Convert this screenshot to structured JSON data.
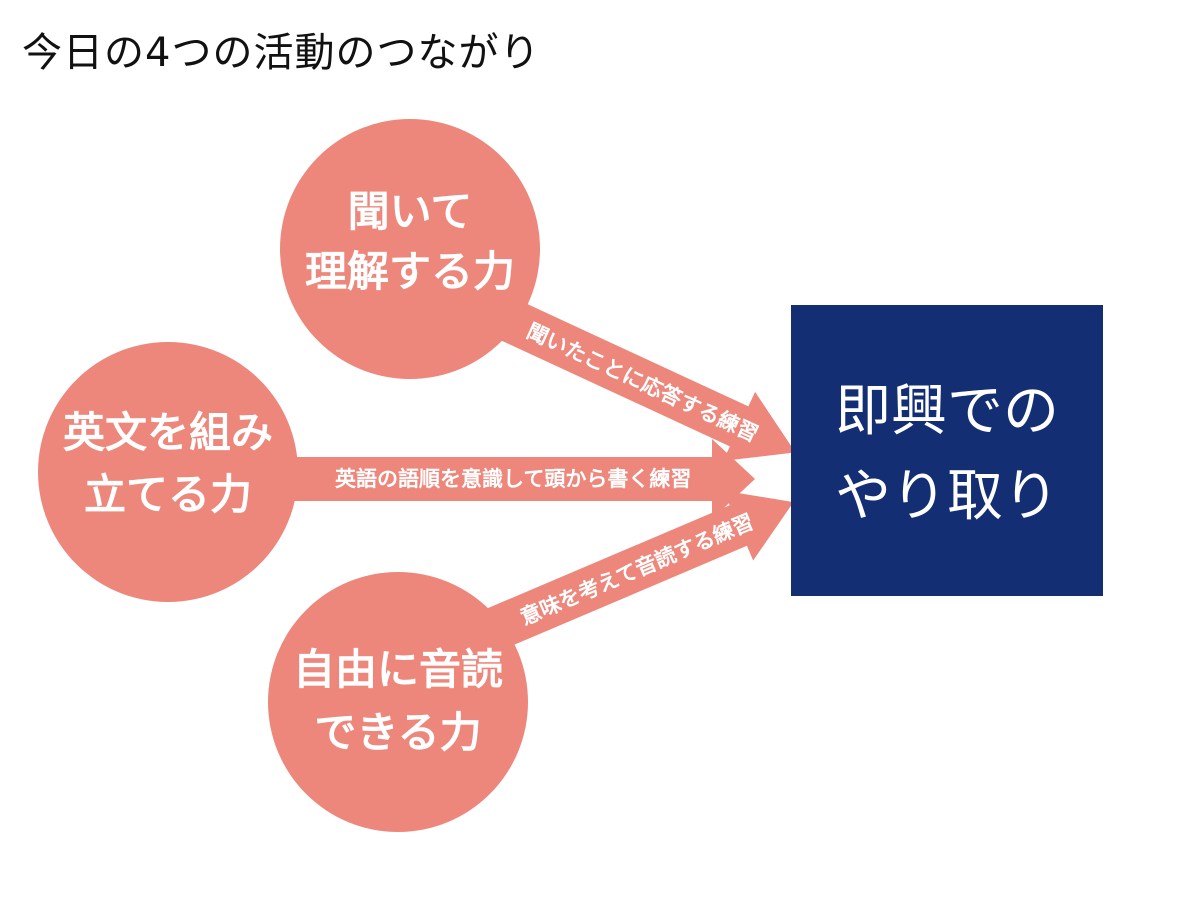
{
  "title": "今日の4つの活動のつながり",
  "colors": {
    "node_fill": "#ED867B",
    "target_fill": "#142E74",
    "text_light": "#ffffff"
  },
  "nodes": {
    "listening": {
      "line1": "聞いて",
      "line2": "理解する力"
    },
    "composing": {
      "line1": "英文を組み",
      "line2": "立てる力"
    },
    "reading": {
      "line1": "自由に音読",
      "line2": "できる力"
    }
  },
  "arrows": {
    "listening": "聞いたことに応答する練習",
    "composing": "英語の語順を意識して頭から書く練習",
    "reading": "意味を考えて音読する練習"
  },
  "target": {
    "line1": "即興での",
    "line2": "やり取り"
  }
}
